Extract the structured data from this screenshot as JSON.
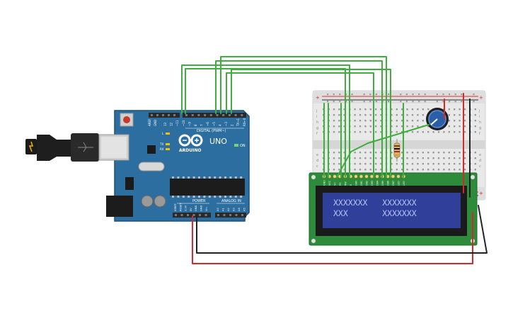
{
  "colors": {
    "board": "#2c6e9f",
    "board_edge": "#1c4f78",
    "header": "#2a2a2a",
    "wire_signal": "#3fae3f",
    "wire_power": "#d22a2a",
    "wire_ground": "#222222",
    "lcd_pcb": "#2e8b3c",
    "lcd_screen": "#2f3f9a",
    "breadboard": "#e7e7e7",
    "pot_knob": "#2a5fa8"
  },
  "arduino": {
    "logo_text": "ARDUINO",
    "model": "UNO",
    "digital_label": "DIGITAL (PWM~)",
    "analog_label": "ANALOG IN",
    "power_label": "POWER",
    "on_label": "ON",
    "led_l": "L",
    "led_tx": "TX",
    "led_rx": "RX",
    "aref": "AREF",
    "gnd": "GND",
    "pins_digital": [
      "13",
      "12",
      "~11",
      "~10",
      "~9",
      "8",
      "7",
      "~6",
      "~5",
      "4",
      "~3",
      "2",
      "TX→1",
      "RX←0"
    ],
    "pins_power": [
      "IOREF",
      "RESET",
      "3.3V",
      "5V",
      "GND",
      "GND",
      "Vin"
    ],
    "pins_analog": [
      "A0",
      "A1",
      "A2",
      "A3",
      "A4",
      "A5"
    ]
  },
  "breadboard": {
    "rail_plus": "+",
    "rail_minus": "-",
    "rows_top": [
      "j",
      "i",
      "h",
      "g",
      "f"
    ],
    "rows_bottom": [
      "e",
      "d",
      "c",
      "b",
      "a"
    ]
  },
  "lcd": {
    "pins": [
      "GND",
      "VCC",
      "V0",
      "RS",
      "RW",
      "E",
      "DB0",
      "DB1",
      "DB2",
      "DB3",
      "DB4",
      "DB5",
      "DB6",
      "DB7",
      "LED",
      "LED"
    ],
    "line1": "XXXXXXX   XXXXXXX",
    "line2": "XXX       XXXXXXX"
  },
  "icons": {
    "usb": "usb-cable-icon",
    "reset": "reset-button-icon",
    "pot": "potentiometer-icon",
    "resistor": "resistor-icon"
  }
}
